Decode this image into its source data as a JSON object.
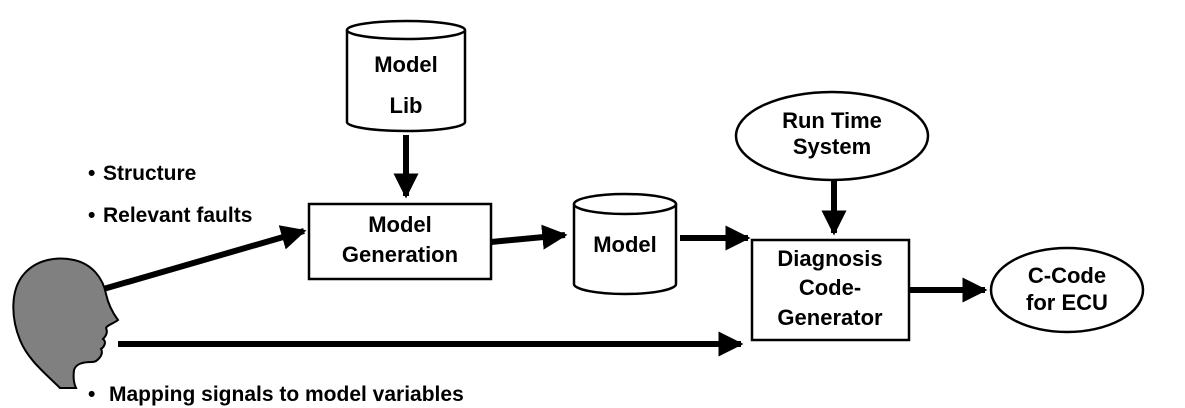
{
  "nodes": {
    "model_lib": {
      "line1": "Model",
      "line2": "Lib"
    },
    "run_time": {
      "line1": "Run Time",
      "line2": "System"
    },
    "model_gen": {
      "line1": "Model",
      "line2": "Generation"
    },
    "model": {
      "label": "Model"
    },
    "codegen": {
      "line1": "Diagnosis",
      "line2": "Code-",
      "line3": "Generator"
    },
    "ccode": {
      "line1": "C-Code",
      "line2": "for ECU"
    }
  },
  "bullets": {
    "symbol": "•",
    "structure": "Structure",
    "faults": "Relevant faults",
    "mapping": "Mapping signals to model variables"
  },
  "colors": {
    "line": "#000000",
    "head": "#808080",
    "fill": "#ffffff"
  }
}
